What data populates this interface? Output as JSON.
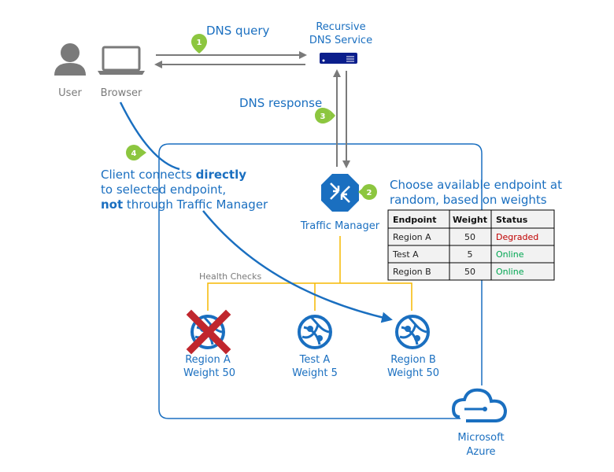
{
  "colors": {
    "accent": "#1a6fc0",
    "badge": "#8cc63f",
    "health_line": "#f5b800",
    "arrow": "#7a7a7a",
    "degraded": "#c00000",
    "online": "#00a651",
    "dns_server": "#0b1e8c"
  },
  "actors": {
    "user": "User",
    "browser": "Browser"
  },
  "dns_service": {
    "line1": "Recursive",
    "line2": "DNS Service"
  },
  "steps": [
    {
      "number": "1",
      "label": "DNS query"
    },
    {
      "number": "2",
      "label_line1": "Choose available endpoint at",
      "label_line2": "random, based on weights"
    },
    {
      "number": "3",
      "label": "DNS response"
    },
    {
      "number": "4",
      "label_line1_prefix": "Client connects ",
      "label_line1_bold": "directly",
      "label_line2": "to selected endpoint,",
      "label_line3_bold": "not",
      "label_line3_suffix": " through Traffic Manager"
    }
  ],
  "traffic_manager": "Traffic Manager",
  "health_checks": "Health Checks",
  "table": {
    "headers": [
      "Endpoint",
      "Weight",
      "Status"
    ],
    "rows": [
      {
        "endpoint": "Region A",
        "weight": "50",
        "status": "Degraded"
      },
      {
        "endpoint": "Test A",
        "weight": "5",
        "status": "Online"
      },
      {
        "endpoint": "Region B",
        "weight": "50",
        "status": "Online"
      }
    ]
  },
  "endpoints": [
    {
      "name": "Region A",
      "weight": "Weight 50",
      "failed": true
    },
    {
      "name": "Test A",
      "weight": "Weight 5",
      "failed": false
    },
    {
      "name": "Region B",
      "weight": "Weight 50",
      "failed": false
    }
  ],
  "azure": {
    "line1": "Microsoft",
    "line2": "Azure"
  }
}
